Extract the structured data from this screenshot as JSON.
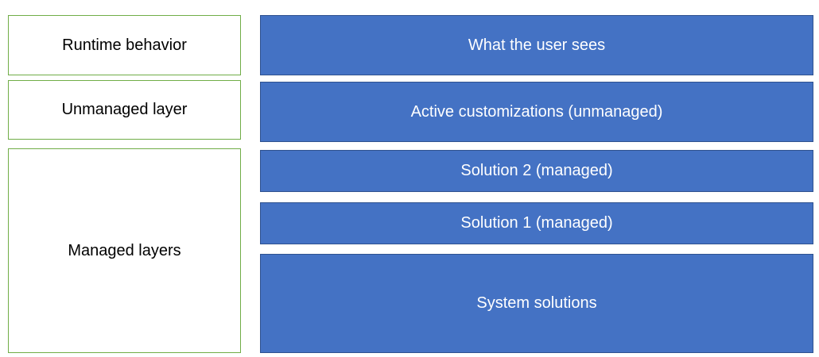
{
  "labels": {
    "runtime": "Runtime behavior",
    "unmanaged": "Unmanaged layer",
    "managed": "Managed layers"
  },
  "layers": {
    "user_sees": "What the user sees",
    "active_customizations": "Active customizations (unmanaged)",
    "solution2": "Solution 2 (managed)",
    "solution1": "Solution 1 (managed)",
    "system": "System solutions"
  },
  "colors": {
    "layer_fill": "#4472c4",
    "label_border": "#70ad47"
  }
}
